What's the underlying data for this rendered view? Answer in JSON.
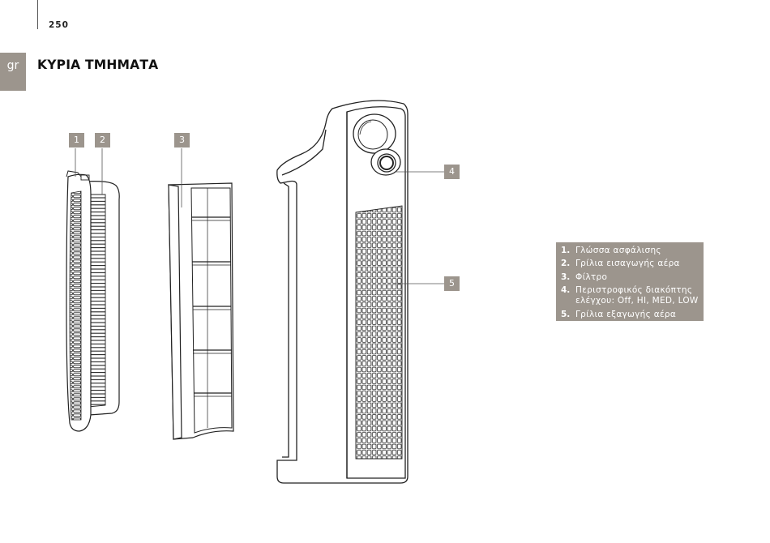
{
  "header": {
    "page_number": "250",
    "language_tab": "gr",
    "title": "ΚΥΡΙΑ ΤΜΗΜΑΤΑ"
  },
  "callouts": [
    "1",
    "2",
    "3",
    "4",
    "5"
  ],
  "legend": {
    "items": [
      {
        "number": "1.",
        "text": "Γλώσσα ασφάλισης"
      },
      {
        "number": "2.",
        "text": "Γρίλια εισαγωγής αέρα"
      },
      {
        "number": "3.",
        "text": "Φίλτρο"
      },
      {
        "number": "4.",
        "text": "Περιστροφικός διακόπτης ελέγχου: Off, HI, MED, LOW"
      },
      {
        "number": "5.",
        "text": "Γρίλια εξαγωγής αέρα"
      }
    ]
  },
  "colors": {
    "accent": "#9c958d",
    "line": "#222222"
  }
}
